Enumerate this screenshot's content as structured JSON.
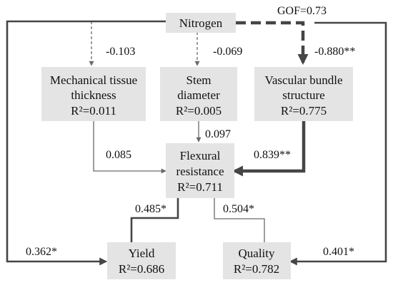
{
  "gof_label": "GOF=0.73",
  "nodes": {
    "nitrogen": {
      "line1": "Nitrogen"
    },
    "mech": {
      "line1": "Mechanical tissue",
      "line2": "thickness",
      "r2": "R²=0.011"
    },
    "stem": {
      "line1": "Stem",
      "line2": "diameter",
      "r2": "R²=0.005"
    },
    "vasc": {
      "line1": "Vascular bundle",
      "line2": "structure",
      "r2": "R²=0.775"
    },
    "flex": {
      "line1": "Flexural",
      "line2": "resistance",
      "r2": "R²=0.711"
    },
    "yield": {
      "line1": "Yield",
      "r2": "R²=0.686"
    },
    "quality": {
      "line1": "Quality",
      "r2": "R²=0.782"
    }
  },
  "paths": {
    "n_mech": "-0.103",
    "n_stem": "-0.069",
    "n_vasc": "-0.880**",
    "mech_flex": "0.085",
    "stem_flex": "0.097",
    "vasc_flex": "0.839**",
    "flex_yield": "0.485*",
    "flex_quality": "0.504*",
    "n_yield": "0.362*",
    "n_quality": "0.401*"
  },
  "colors": {
    "box": "#e4e4e4",
    "line": "#454545",
    "thin_line": "#6a6a6a"
  }
}
